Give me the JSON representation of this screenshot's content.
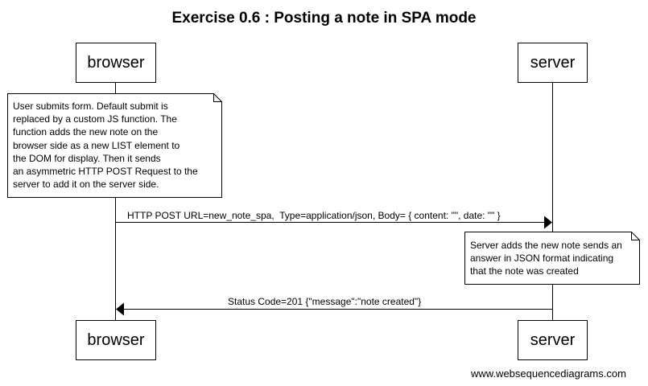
{
  "title": "Exercise 0.6 : Posting a note in SPA mode",
  "participants": {
    "browser": "browser",
    "server": "server"
  },
  "notes": {
    "browser_note": "User submits form. Default submit is\nreplaced by a custom JS function. The\nfunction adds the new note on the\nbrowser side as a new LIST element to\nthe DOM for display. Then it sends\nan asymmetric HTTP POST Request to the\nserver to add it on the server side.",
    "server_note": "Server adds the new note sends an\nanswer in JSON format indicating\nthat the note was created"
  },
  "messages": {
    "request": "HTTP POST URL=new_note_spa,  Type=application/json, Body= { content: \"\", date: \"\" }",
    "response": "Status Code=201 {\"message\":\"note created\"}"
  },
  "footer": "www.websequencediagrams.com"
}
